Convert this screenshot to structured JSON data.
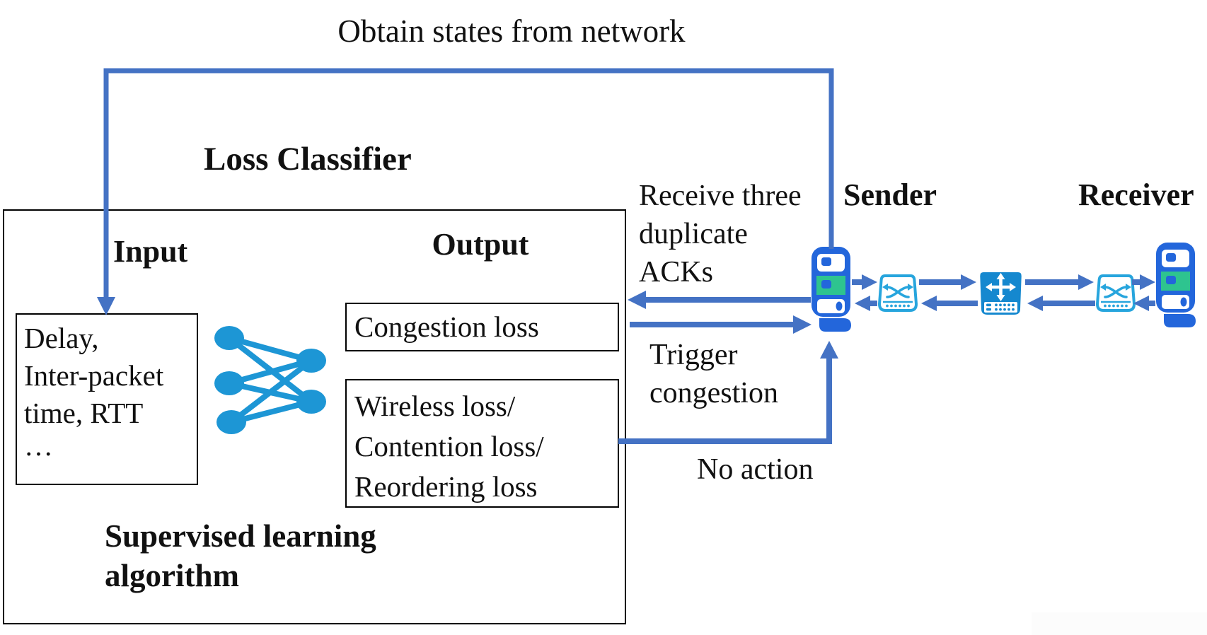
{
  "top": {
    "obtain_label": "Obtain states from network"
  },
  "classifier": {
    "title": "Loss Classifier",
    "input_label": "Input",
    "output_label": "Output",
    "features": [
      "Delay,",
      "Inter-packet",
      "time, RTT",
      "…"
    ],
    "output1": "Congestion loss",
    "output2": [
      "Wireless loss/",
      "Contention loss/",
      "Reordering loss"
    ],
    "algorithm": [
      "Supervised learning",
      "algorithm"
    ]
  },
  "flows": {
    "receive": [
      "Receive three",
      "duplicate",
      "ACKs"
    ],
    "trigger": [
      "Trigger",
      "congestion"
    ],
    "no_action": "No action"
  },
  "network": {
    "sender_label": "Sender",
    "receiver_label": "Receiver",
    "devices": [
      "server-icon",
      "switch-icon",
      "router-icon",
      "switch-icon",
      "server-icon"
    ]
  },
  "colors": {
    "connector": "#4472c4",
    "nn_node": "#1d96d5",
    "device_blue": "#2366db",
    "device_green": "#2ec48f",
    "switch_blue": "#27a5dd",
    "router_blue": "#1588cf"
  }
}
